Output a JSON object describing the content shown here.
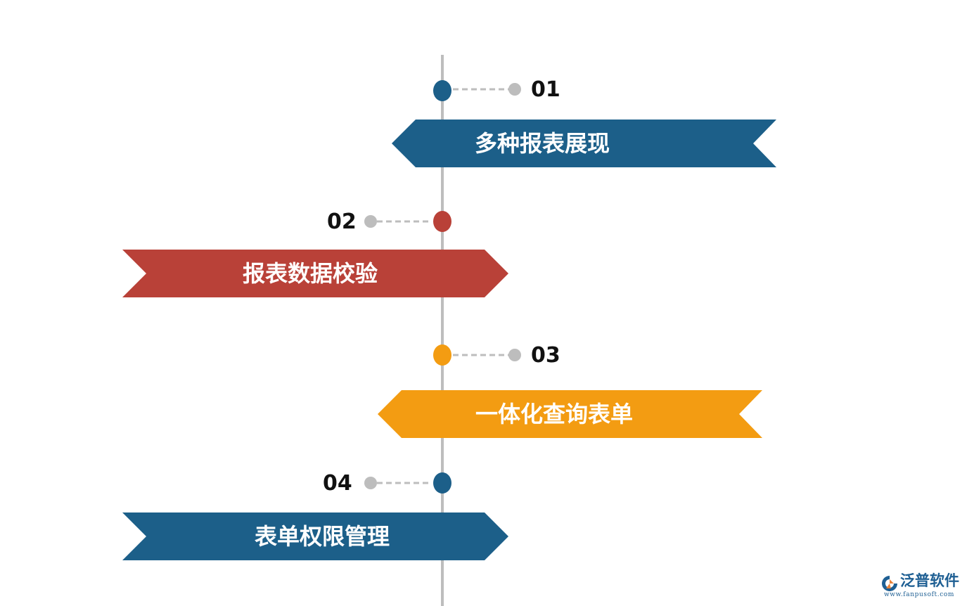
{
  "colors": {
    "axis": "#bdbdbd",
    "connector": "#bdbdbd",
    "blue": "#1c5f89",
    "red": "#b94138",
    "orange": "#f39c12",
    "number_text": "#111111",
    "banner_text": "#ffffff",
    "logo": "#1e5f93"
  },
  "steps": [
    {
      "number": "01",
      "label": "多种报表展现",
      "color": "#1c5f89",
      "side": "right"
    },
    {
      "number": "02",
      "label": "报表数据校验",
      "color": "#b94138",
      "side": "left"
    },
    {
      "number": "03",
      "label": "一体化查询表单",
      "color": "#f39c12",
      "side": "right"
    },
    {
      "number": "04",
      "label": "表单权限管理",
      "color": "#1c5f89",
      "side": "left"
    }
  ],
  "logo": {
    "name": "泛普软件",
    "url": "www.fanpusoft.com",
    "icon": "fanpu-logo-icon"
  }
}
